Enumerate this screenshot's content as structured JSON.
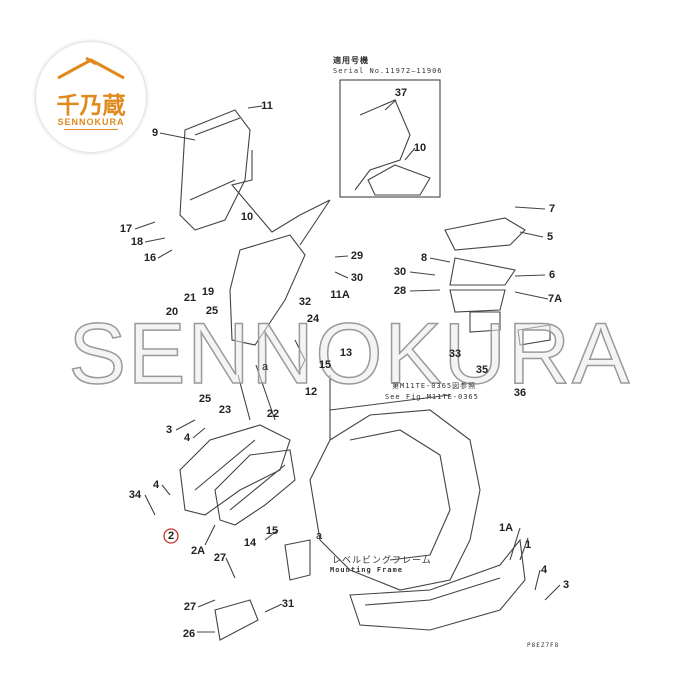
{
  "logo": {
    "kanji": "千乃蔵",
    "roman": "SENNOKURA"
  },
  "watermark": "SENNOKURA",
  "captions": {
    "inset_title_jp": "適用号機",
    "inset_serial": "Serial No.11972—11906",
    "see_fig_jp": "第M11TE-0365図参照",
    "see_fig_en": "See Fig.M11TE-0365",
    "frame_jp": "レベルビングフレーム",
    "frame_en": "Mounting Frame",
    "page_code": "P8EZ7F8"
  },
  "callouts": [
    "11",
    "9",
    "37",
    "10",
    "7",
    "17",
    "10",
    "5",
    "18",
    "29",
    "16",
    "8",
    "30",
    "30",
    "6",
    "28",
    "11A",
    "7A",
    "21",
    "19",
    "32",
    "20",
    "25",
    "24",
    "13",
    "33",
    "35",
    "15",
    "36",
    "12",
    "25",
    "23",
    "22",
    "3",
    "4",
    "4",
    "34",
    "2",
    "2A",
    "15",
    "14",
    "1A",
    "1",
    "27",
    "4",
    "3",
    "27",
    "31",
    "26",
    "a",
    "a"
  ],
  "highlighted_callout": "2",
  "colors": {
    "brand": "#e08a1e",
    "highlight": "#c0392b",
    "line": "#333333"
  }
}
